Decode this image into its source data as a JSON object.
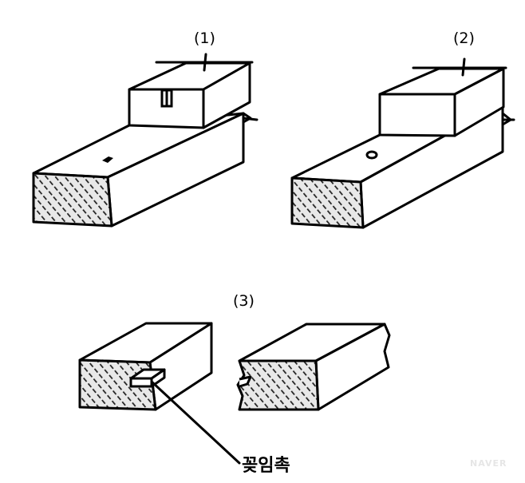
{
  "figures": [
    {
      "label": "(1)"
    },
    {
      "label": "(2)"
    },
    {
      "label": "(3)"
    }
  ],
  "callout": {
    "text": "꽂임촉"
  },
  "watermark": {
    "text": "NAVER"
  }
}
